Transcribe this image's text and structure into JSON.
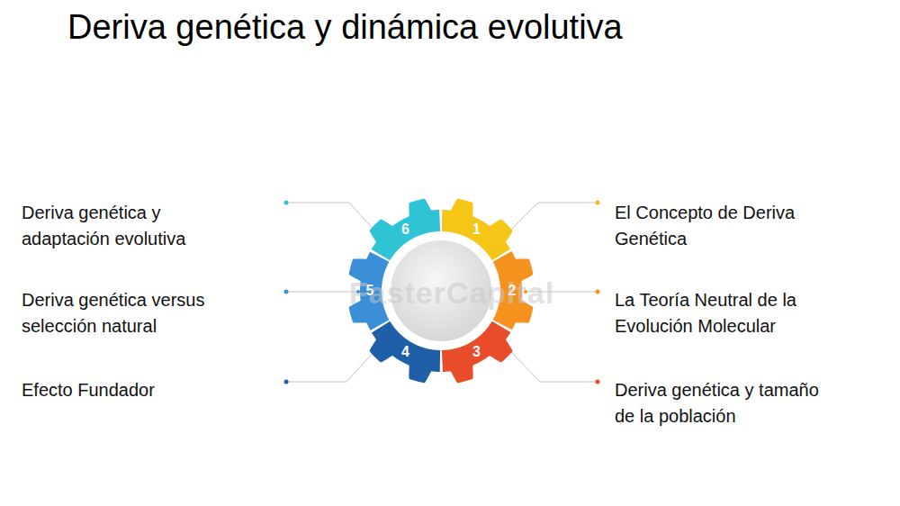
{
  "diagram": {
    "title": "Deriva genética y dinámica evolutiva",
    "nodes": [
      {
        "text": [
          "1"
        ]
      },
      {
        "text": [
          "2"
        ]
      },
      {
        "text": [
          "3"
        ]
      },
      {
        "text": [
          "4"
        ]
      },
      {
        "text": [
          "5"
        ]
      },
      {
        "text": [
          "6"
        ]
      }
    ],
    "labels": [
      "El Concepto de Deriva Genética",
      "La Teoría Neutral de la Evolución Molecular",
      "Deriva genética y tamaño de la población",
      "Efecto Fundador",
      "Deriva genética versus selección natural",
      "Deriva genética y adaptación evolutiva",
      "FasterCapital"
    ]
  }
}
